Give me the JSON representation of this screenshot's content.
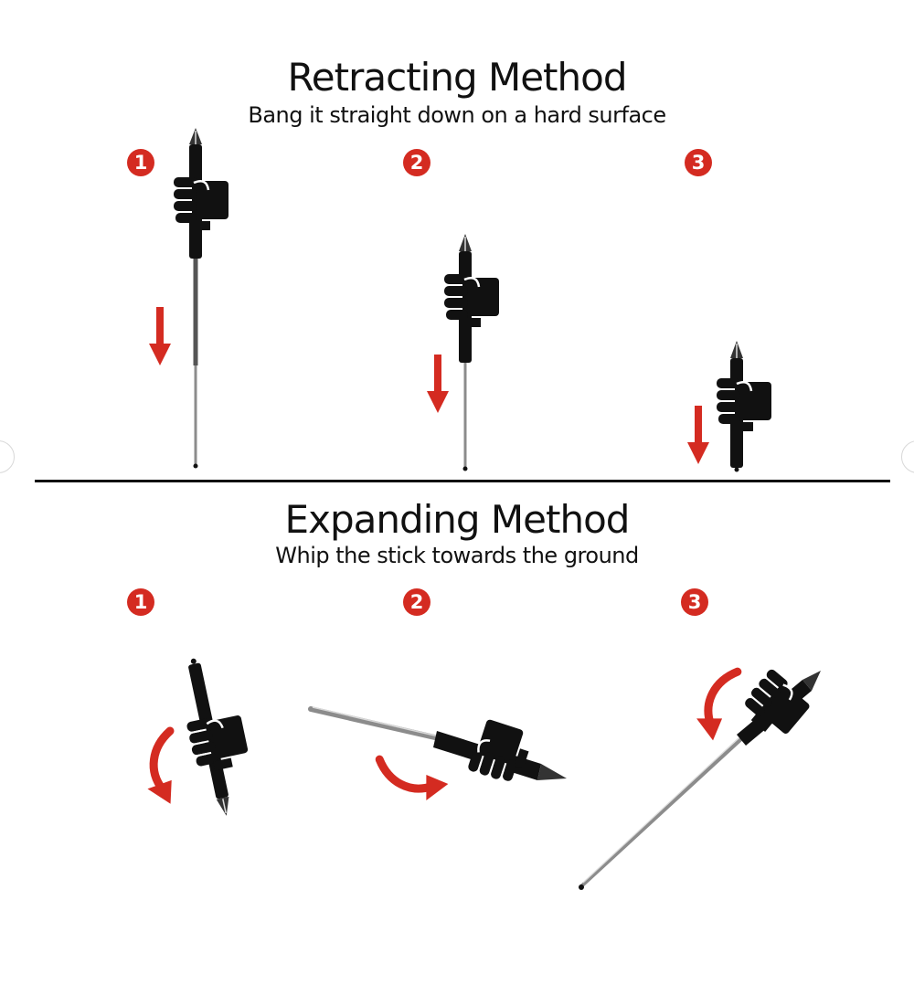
{
  "retracting": {
    "title": "Retracting Method",
    "subtitle": "Bang it straight down on a hard surface",
    "steps": [
      "1",
      "2",
      "3"
    ]
  },
  "expanding": {
    "title": "Expanding Method",
    "subtitle": "Whip the stick towards the ground",
    "steps": [
      "1",
      "2",
      "3"
    ]
  },
  "colors": {
    "accent": "#d42b21",
    "ink": "#111111",
    "shaft": "#9a9a9a"
  }
}
